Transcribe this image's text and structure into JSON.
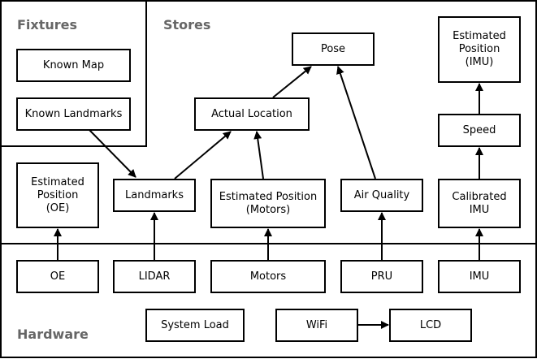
{
  "regions": {
    "fixtures": "Fixtures",
    "stores": "Stores",
    "hardware": "Hardware"
  },
  "nodes": {
    "known_map": "Known Map",
    "known_landmarks": "Known Landmarks",
    "pose": "Pose",
    "estimated_position_imu": "Estimated\nPosition\n(IMU)",
    "actual_location": "Actual Location",
    "speed": "Speed",
    "estimated_position_oe": "Estimated\nPosition\n(OE)",
    "landmarks": "Landmarks",
    "estimated_position_motors": "Estimated Position\n(Motors)",
    "air_quality": "Air Quality",
    "calibrated_imu": "Calibrated\nIMU",
    "oe": "OE",
    "lidar": "LIDAR",
    "motors": "Motors",
    "pru": "PRU",
    "imu": "IMU",
    "system_load": "System Load",
    "wifi": "WiFi",
    "lcd": "LCD"
  },
  "edges": [
    {
      "from": "known_landmarks",
      "to": "landmarks"
    },
    {
      "from": "landmarks",
      "to": "actual_location"
    },
    {
      "from": "estimated_position_motors",
      "to": "actual_location"
    },
    {
      "from": "actual_location",
      "to": "pose"
    },
    {
      "from": "air_quality",
      "to": "pose"
    },
    {
      "from": "oe",
      "to": "estimated_position_oe"
    },
    {
      "from": "lidar",
      "to": "landmarks"
    },
    {
      "from": "motors",
      "to": "estimated_position_motors"
    },
    {
      "from": "pru",
      "to": "air_quality"
    },
    {
      "from": "imu",
      "to": "calibrated_imu"
    },
    {
      "from": "calibrated_imu",
      "to": "speed"
    },
    {
      "from": "speed",
      "to": "estimated_position_imu"
    },
    {
      "from": "wifi",
      "to": "lcd"
    }
  ]
}
